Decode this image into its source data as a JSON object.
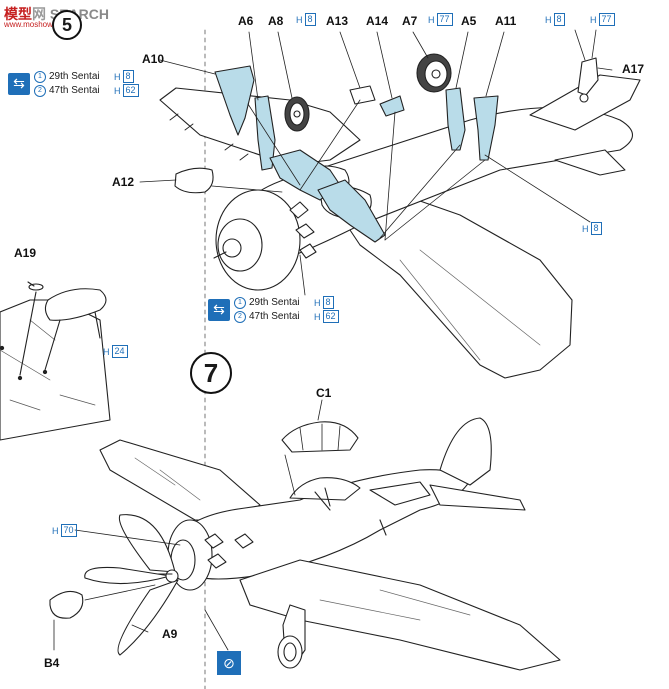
{
  "brand": {
    "prefix": "模型",
    "middle": "网",
    "tail": "SEARCH",
    "subline": "www.moshow.com"
  },
  "steps": {
    "previous_number": "5",
    "current_number": "7"
  },
  "parts": {
    "a6": "A6",
    "a8": "A8",
    "a13": "A13",
    "a14": "A14",
    "a7": "A7",
    "a5": "A5",
    "a11": "A11",
    "a10": "A10",
    "a17": "A17",
    "a12": "A12",
    "a19": "A19",
    "c1": "C1",
    "a9": "A9",
    "b4": "B4"
  },
  "paints": {
    "h8_top": {
      "prefix": "H",
      "code": "8"
    },
    "h77_top": {
      "prefix": "H",
      "code": "77"
    },
    "h8_right": {
      "prefix": "H",
      "code": "8"
    },
    "h77_right": {
      "prefix": "H",
      "code": "77"
    },
    "h8_mid": {
      "prefix": "H",
      "code": "8"
    },
    "h24": {
      "prefix": "H",
      "code": "24"
    },
    "h70": {
      "prefix": "H",
      "code": "70"
    }
  },
  "options_top": {
    "icon": "swap-arrows-icon",
    "rows": [
      {
        "marker": "1",
        "unit": "29th Sentai",
        "paint_prefix": "H",
        "paint": "8"
      },
      {
        "marker": "2",
        "unit": "47th Sentai",
        "paint_prefix": "H",
        "paint": "62"
      }
    ]
  },
  "options_mid": {
    "icon": "swap-arrows-icon",
    "rows": [
      {
        "marker": "1",
        "unit": "29th Sentai",
        "paint_prefix": "H",
        "paint": "8"
      },
      {
        "marker": "2",
        "unit": "47th Sentai",
        "paint_prefix": "H",
        "paint": "62"
      }
    ]
  },
  "colors": {
    "ink": "#1a1a1a",
    "paint_blue": "#1f6fb8",
    "part_fill": "#b9dce9",
    "watermark_red": "#c62020"
  },
  "icons": {
    "notice": "no-glue-icon"
  }
}
